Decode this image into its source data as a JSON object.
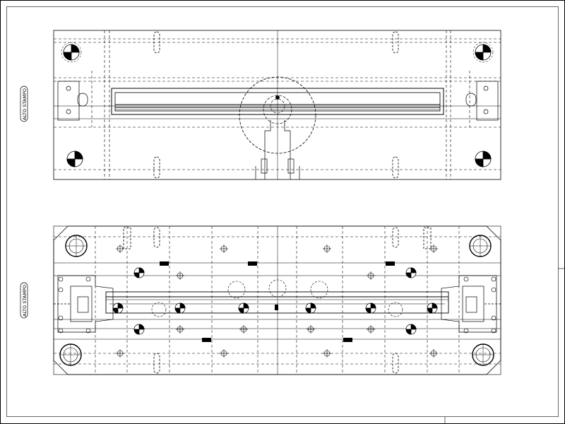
{
  "drawing": {
    "views": [
      {
        "id": "top_view",
        "side_label": "ALTO STAMPO"
      },
      {
        "id": "bottom_view",
        "side_label": "ALTO STAMPO"
      }
    ],
    "colors": {
      "line": "#000000",
      "background": "#ffffff",
      "fill": "#000000"
    }
  }
}
